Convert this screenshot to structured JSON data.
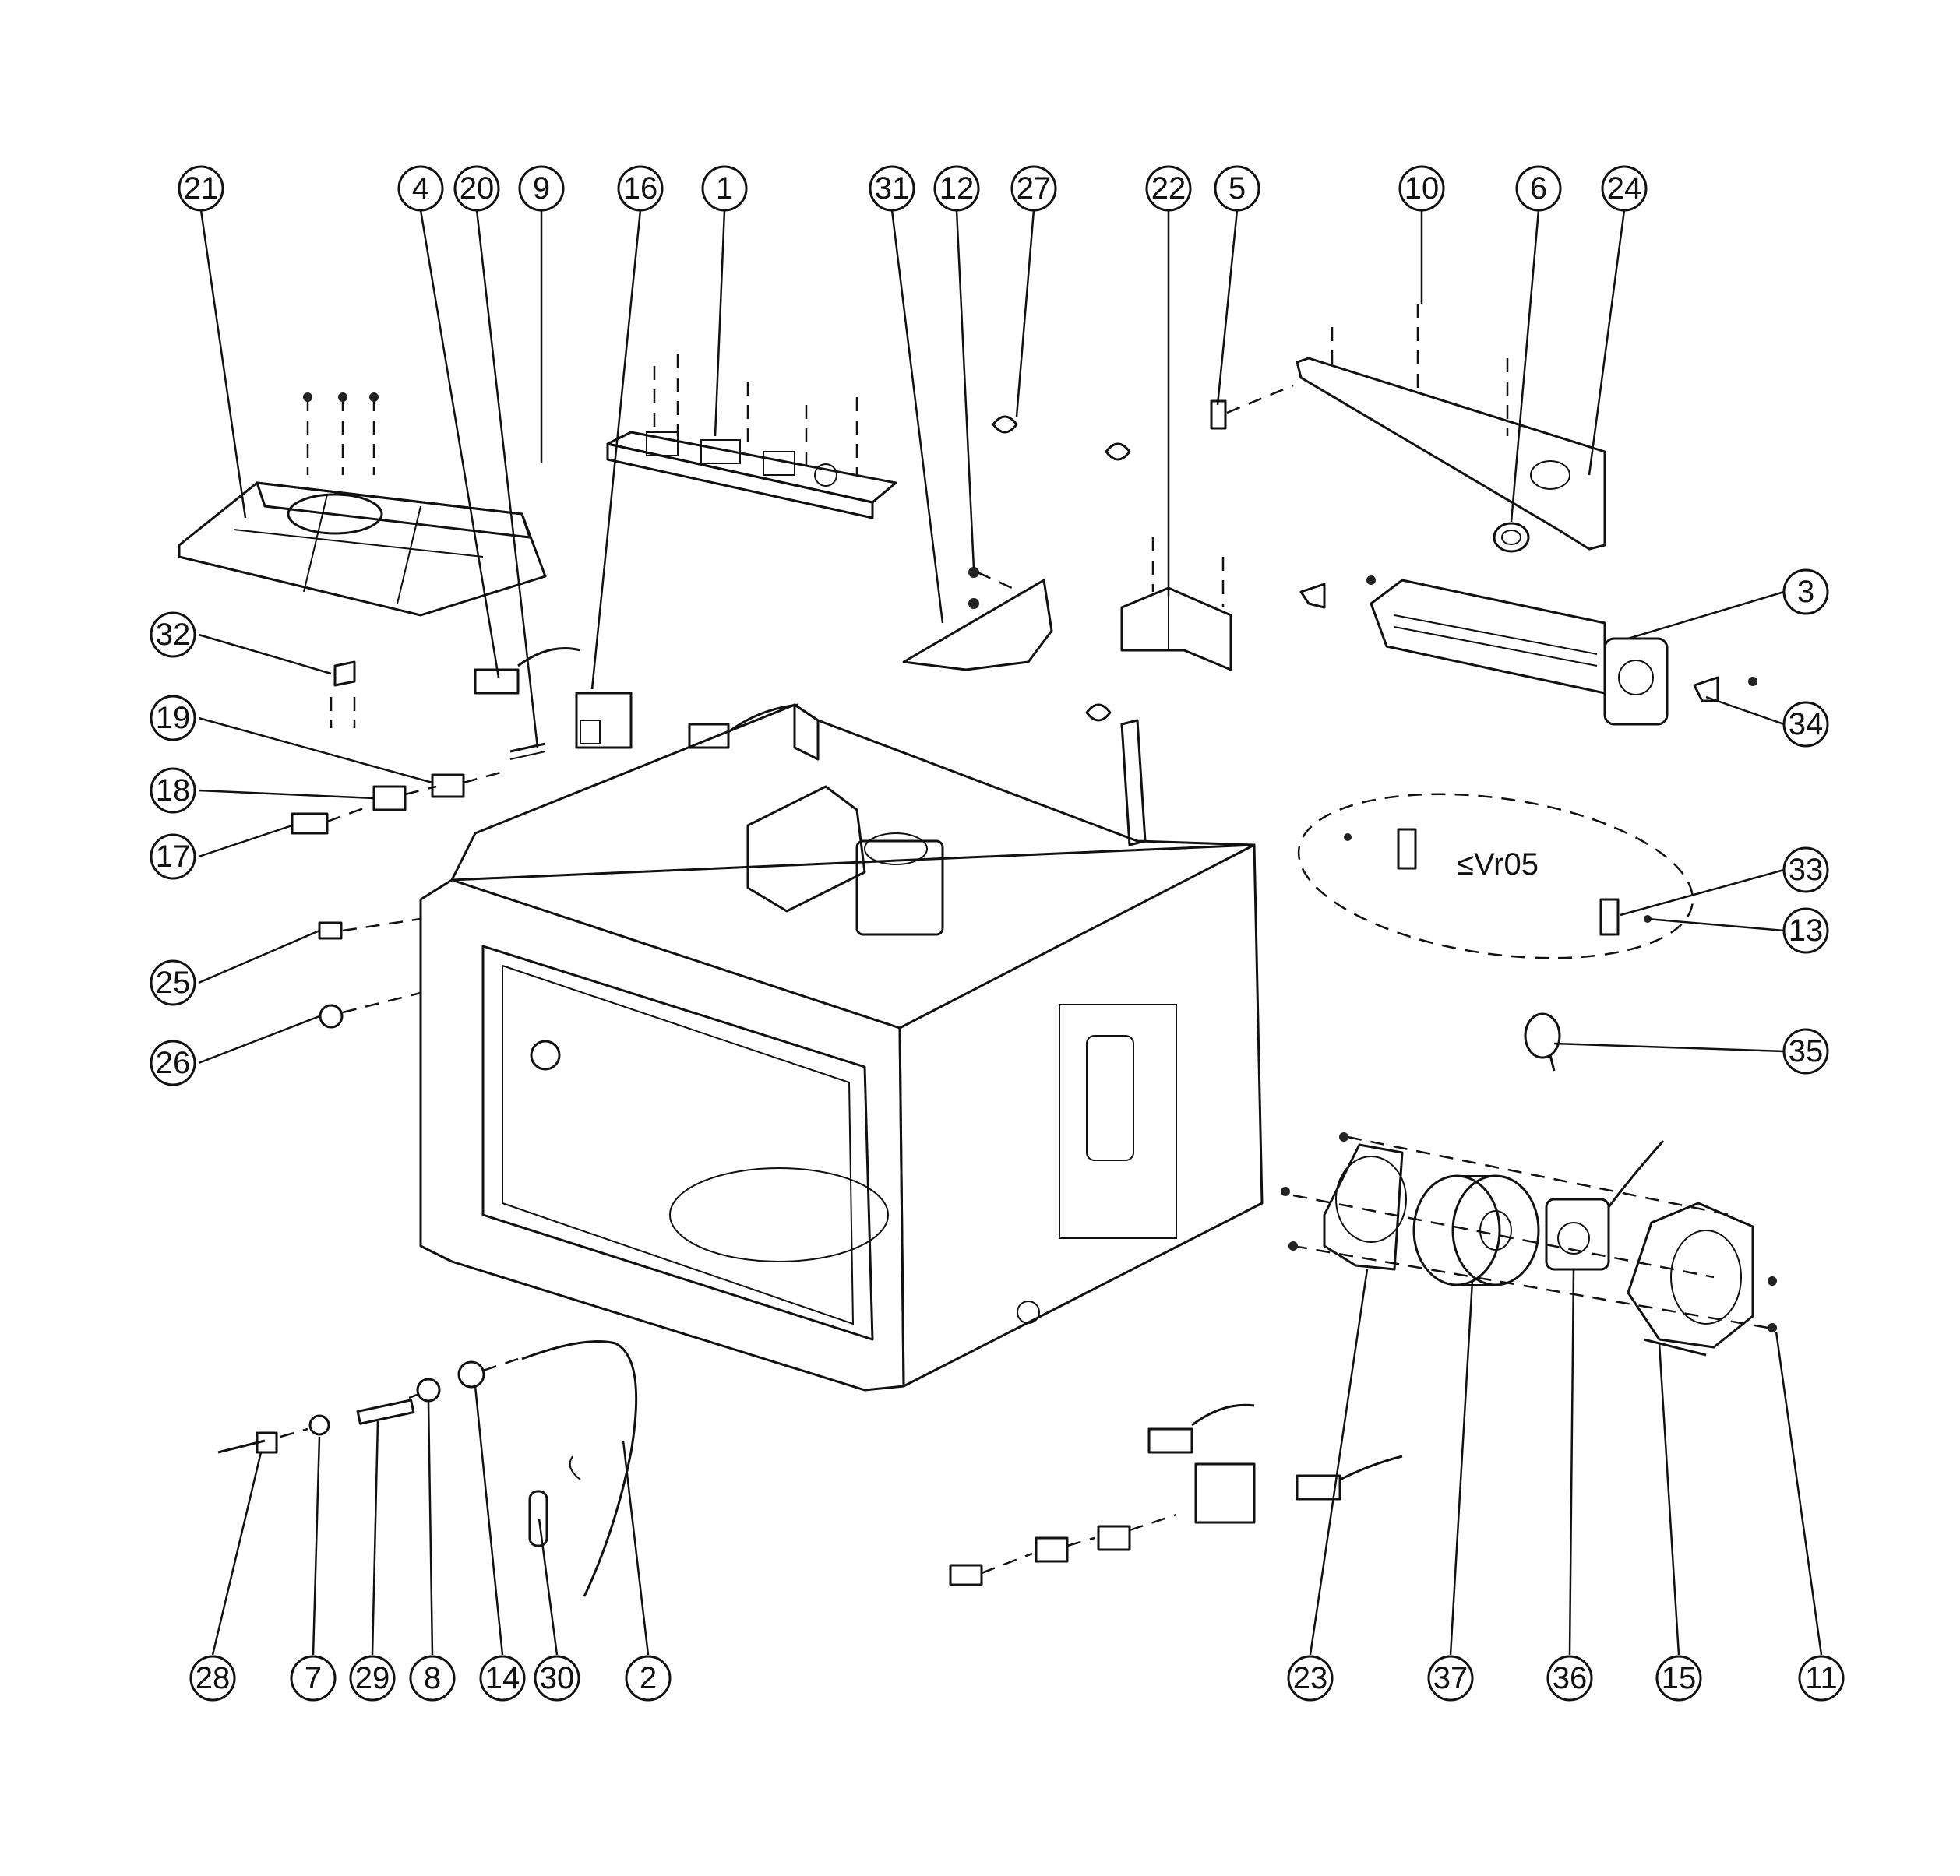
{
  "callouts": {
    "c21": "21",
    "c4": "4",
    "c20": "20",
    "c9": "9",
    "c16": "16",
    "c1": "1",
    "c31": "31",
    "c12": "12",
    "c27": "27",
    "c22": "22",
    "c5": "5",
    "c10": "10",
    "c6": "6",
    "c24": "24",
    "c3": "3",
    "c34": "34",
    "c32": "32",
    "c19": "19",
    "c18": "18",
    "c17": "17",
    "c25": "25",
    "c26": "26",
    "c33": "33",
    "c13": "13",
    "c35": "35",
    "c28": "28",
    "c7": "7",
    "c29": "29",
    "c8": "8",
    "c14": "14",
    "c30": "30",
    "c2": "2",
    "c23": "23",
    "c37": "37",
    "c36": "36",
    "c15": "15",
    "c11": "11"
  },
  "annotation": {
    "version_note": "≤Vr05"
  }
}
